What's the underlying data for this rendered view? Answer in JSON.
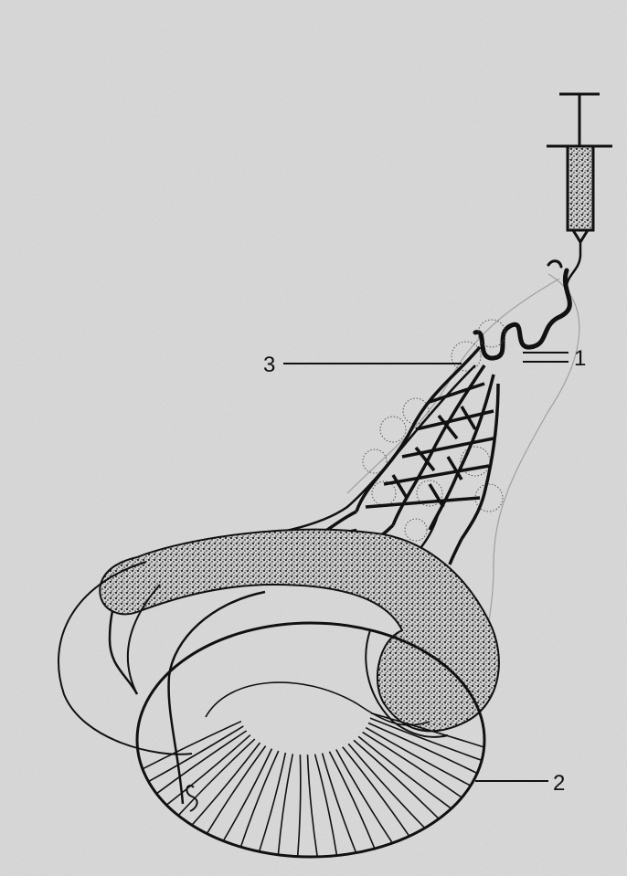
{
  "figure": {
    "background": "#d9d9d9",
    "ink": "#111111",
    "labels": {
      "one": "1",
      "two": "2",
      "three": "3"
    }
  }
}
